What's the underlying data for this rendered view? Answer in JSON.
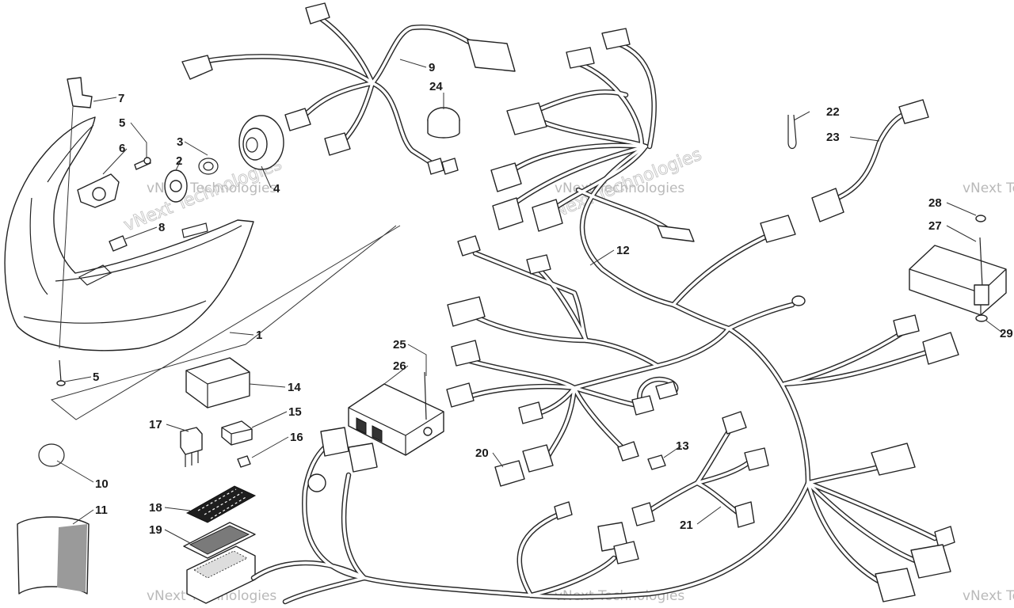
{
  "diagram": {
    "watermark_text": "vNext Technologies",
    "callouts": [
      "1",
      "2",
      "3",
      "4",
      "5",
      "5",
      "6",
      "7",
      "8",
      "9",
      "10",
      "11",
      "12",
      "13",
      "14",
      "15",
      "16",
      "17",
      "18",
      "19",
      "20",
      "21",
      "22",
      "23",
      "24",
      "25",
      "26",
      "27",
      "28",
      "29"
    ]
  }
}
